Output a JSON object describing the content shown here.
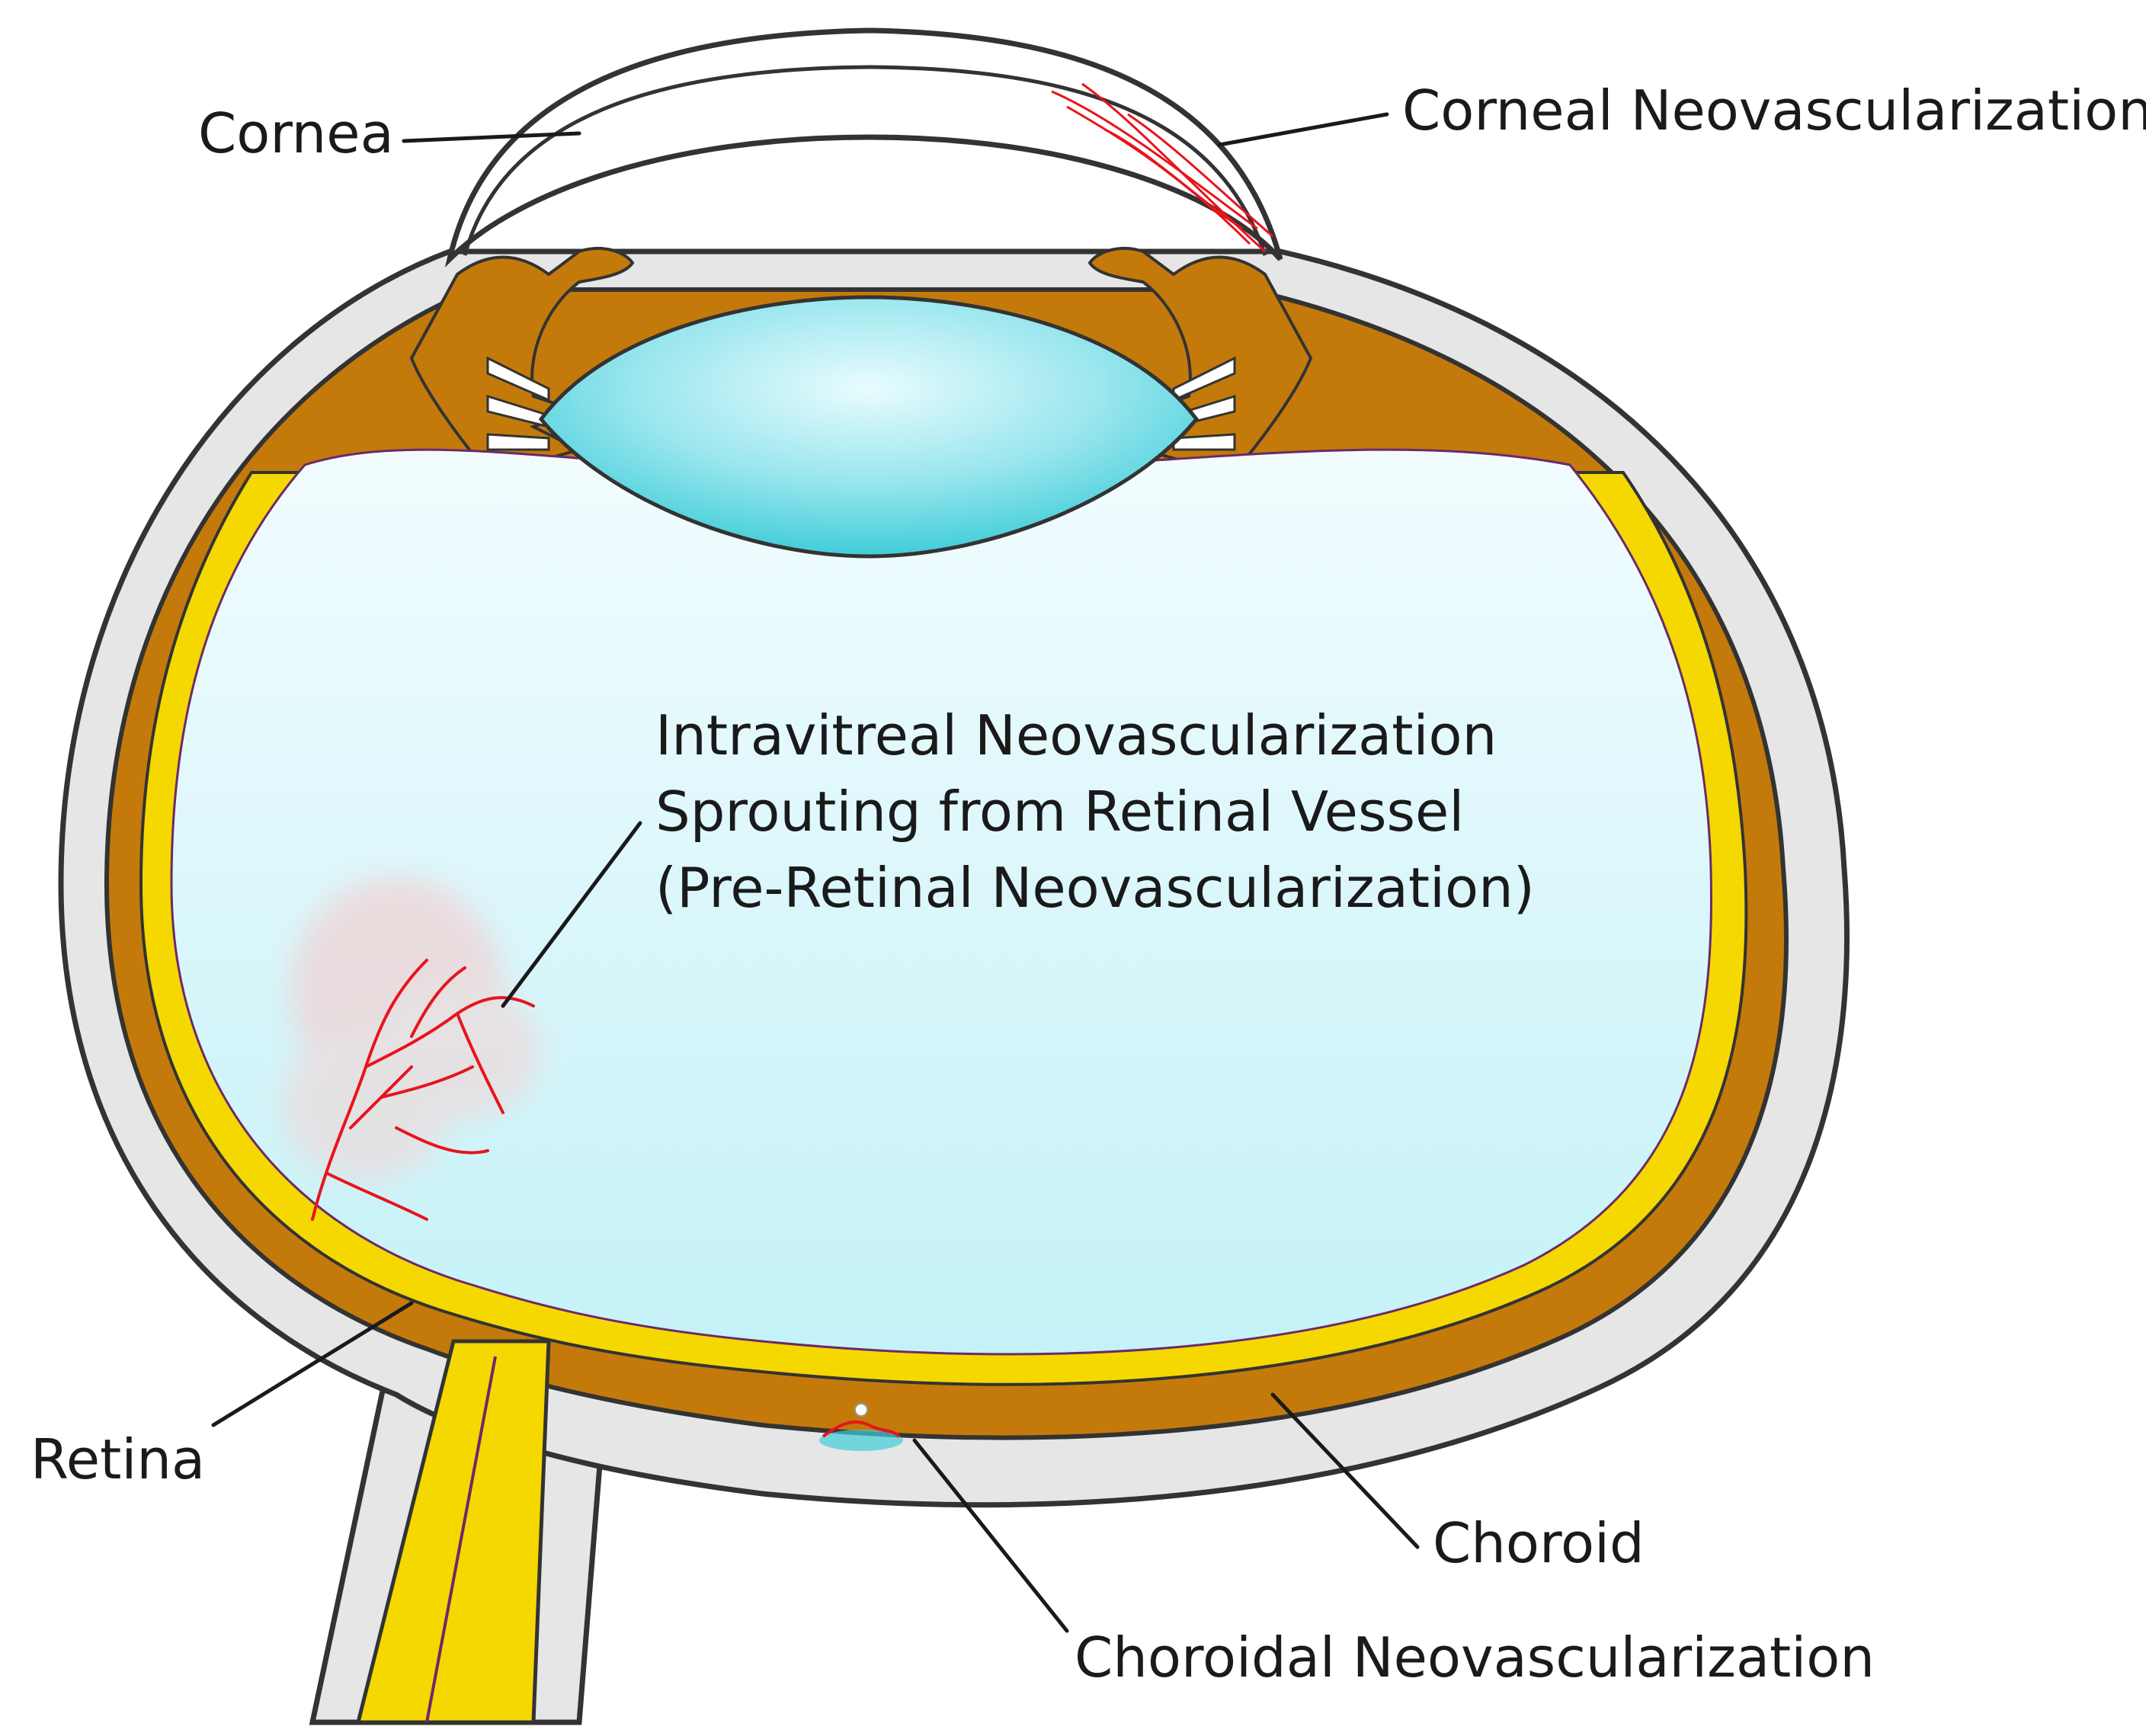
{
  "labels": {
    "cornea": "Cornea",
    "corneal_nv": "Corneal Neovascularization",
    "intravitreal_line1": "Intravitreal Neovascularization",
    "intravitreal_line2": "Sprouting from Retinal Vessel",
    "intravitreal_line3": "(Pre-Retinal Neovascularization)",
    "retina": "Retina",
    "choroid": "Choroid",
    "choroidal_nv": "Choroidal Neovascularization"
  },
  "colors": {
    "sclera_fill": "#e6e6e6",
    "outline": "#333333",
    "choroid": "#c47a0a",
    "retina": "#f5d800",
    "vitreous_top": "#f2fcfe",
    "vitreous_bottom": "#c4f2f8",
    "lens_center": "#e8fcfe",
    "lens_edge": "#40cdd8",
    "vessel": "#e8141c",
    "cornea_fill": "#ffffff"
  }
}
